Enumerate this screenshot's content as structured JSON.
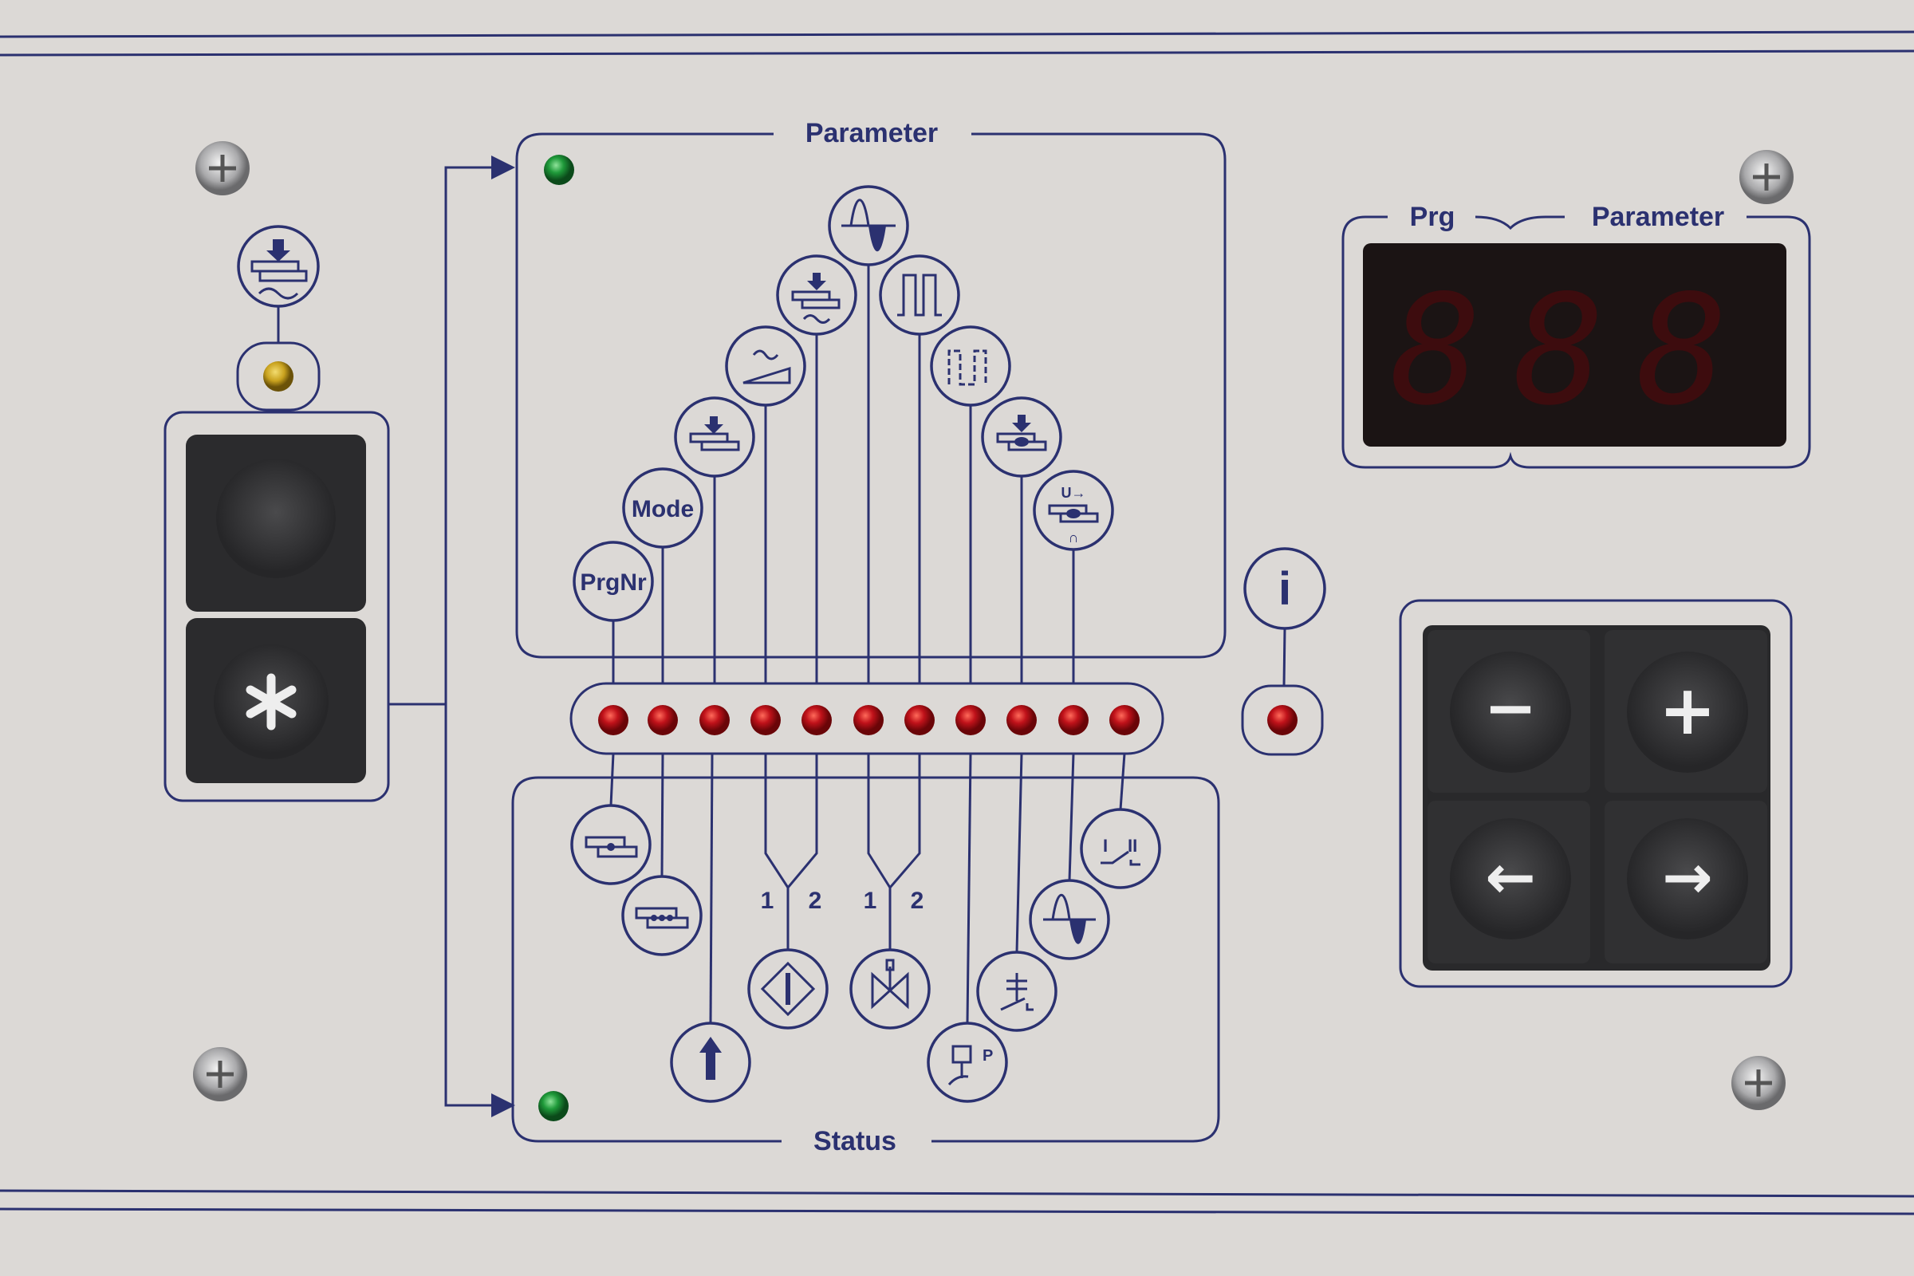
{
  "panel": {
    "parameter_title": "Parameter",
    "status_title": "Status",
    "parameter_icons": [
      {
        "label": "PrgNr",
        "icon": "program-number"
      },
      {
        "label": "Mode",
        "icon": "mode"
      },
      {
        "label": "",
        "icon": "preheat-press-icon"
      },
      {
        "label": "",
        "icon": "upslope-icon"
      },
      {
        "label": "",
        "icon": "squeeze-weld-icon"
      },
      {
        "label": "",
        "icon": "sine-wave-icon"
      },
      {
        "label": "",
        "icon": "pulse-icon"
      },
      {
        "label": "",
        "icon": "pulse-pause-icon"
      },
      {
        "label": "",
        "icon": "hold-press-icon"
      },
      {
        "label": "",
        "icon": "voltage-weld-icon"
      }
    ],
    "status_icons": [
      "weld-spot-icon",
      "multi-spot-icon",
      "up-arrow-icon",
      "sensor-icon",
      "valve-icon",
      "pressure-switch-icon",
      "stage-switch-icon",
      "sine-wave-icon",
      "step-switch-icon"
    ],
    "split_labels": [
      "1",
      "2",
      "1",
      "2"
    ],
    "led_count": 11,
    "info_label": "i",
    "display": {
      "prg_label": "Prg",
      "parameter_label": "Parameter",
      "digits": "888"
    },
    "keys": {
      "minus": "−",
      "plus": "+",
      "left": "←",
      "right": "→"
    },
    "colors": {
      "led_red": "#c0121a",
      "led_green": "#1f9a3a",
      "led_yellow": "#c9a21e",
      "print": "#2b3170"
    }
  }
}
